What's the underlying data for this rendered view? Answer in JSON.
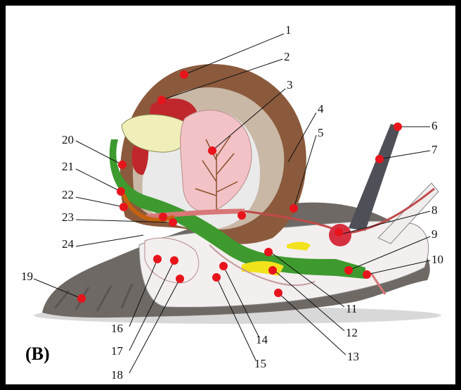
{
  "panel_label": "(B)",
  "labels": [
    "1",
    "2",
    "3",
    "4",
    "5",
    "6",
    "7",
    "8",
    "9",
    "10",
    "11",
    "12",
    "13",
    "14",
    "15",
    "16",
    "17",
    "18",
    "19",
    "20",
    "21",
    "22",
    "23",
    "24"
  ],
  "colors": {
    "frame": "#000000",
    "background": "#ffffff",
    "shell": "#8b5a3c",
    "body_skin": "#6e6964",
    "lung": "#f2c2c6",
    "digestive_tract": "#3e9a2e",
    "kidney": "#f1efb9",
    "heart": "#c0272d",
    "gland": "#f2e21b",
    "blood_vessel": "#d77777",
    "nerve_ganglion": "#d63040",
    "marker": "#e8141c"
  }
}
